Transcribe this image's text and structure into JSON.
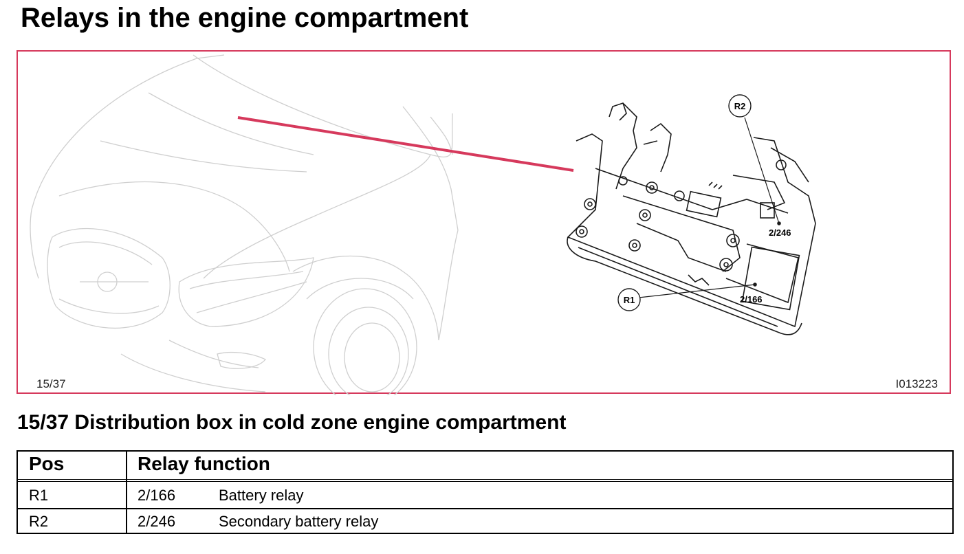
{
  "page_title": "Relays in the engine compartment",
  "figure": {
    "number_label": "15/37",
    "image_id": "I013223",
    "callouts": [
      {
        "id": "R1",
        "code": "2/166"
      },
      {
        "id": "R2",
        "code": "2/246"
      }
    ],
    "highlight_color": "#d6395c"
  },
  "caption": "15/37 Distribution box in cold zone engine compartment",
  "table": {
    "headers": {
      "pos": "Pos",
      "function": "Relay function"
    },
    "rows": [
      {
        "pos": "R1",
        "code": "2/166",
        "description": "Battery relay"
      },
      {
        "pos": "R2",
        "code": "2/246",
        "description": "Secondary battery relay"
      }
    ]
  }
}
